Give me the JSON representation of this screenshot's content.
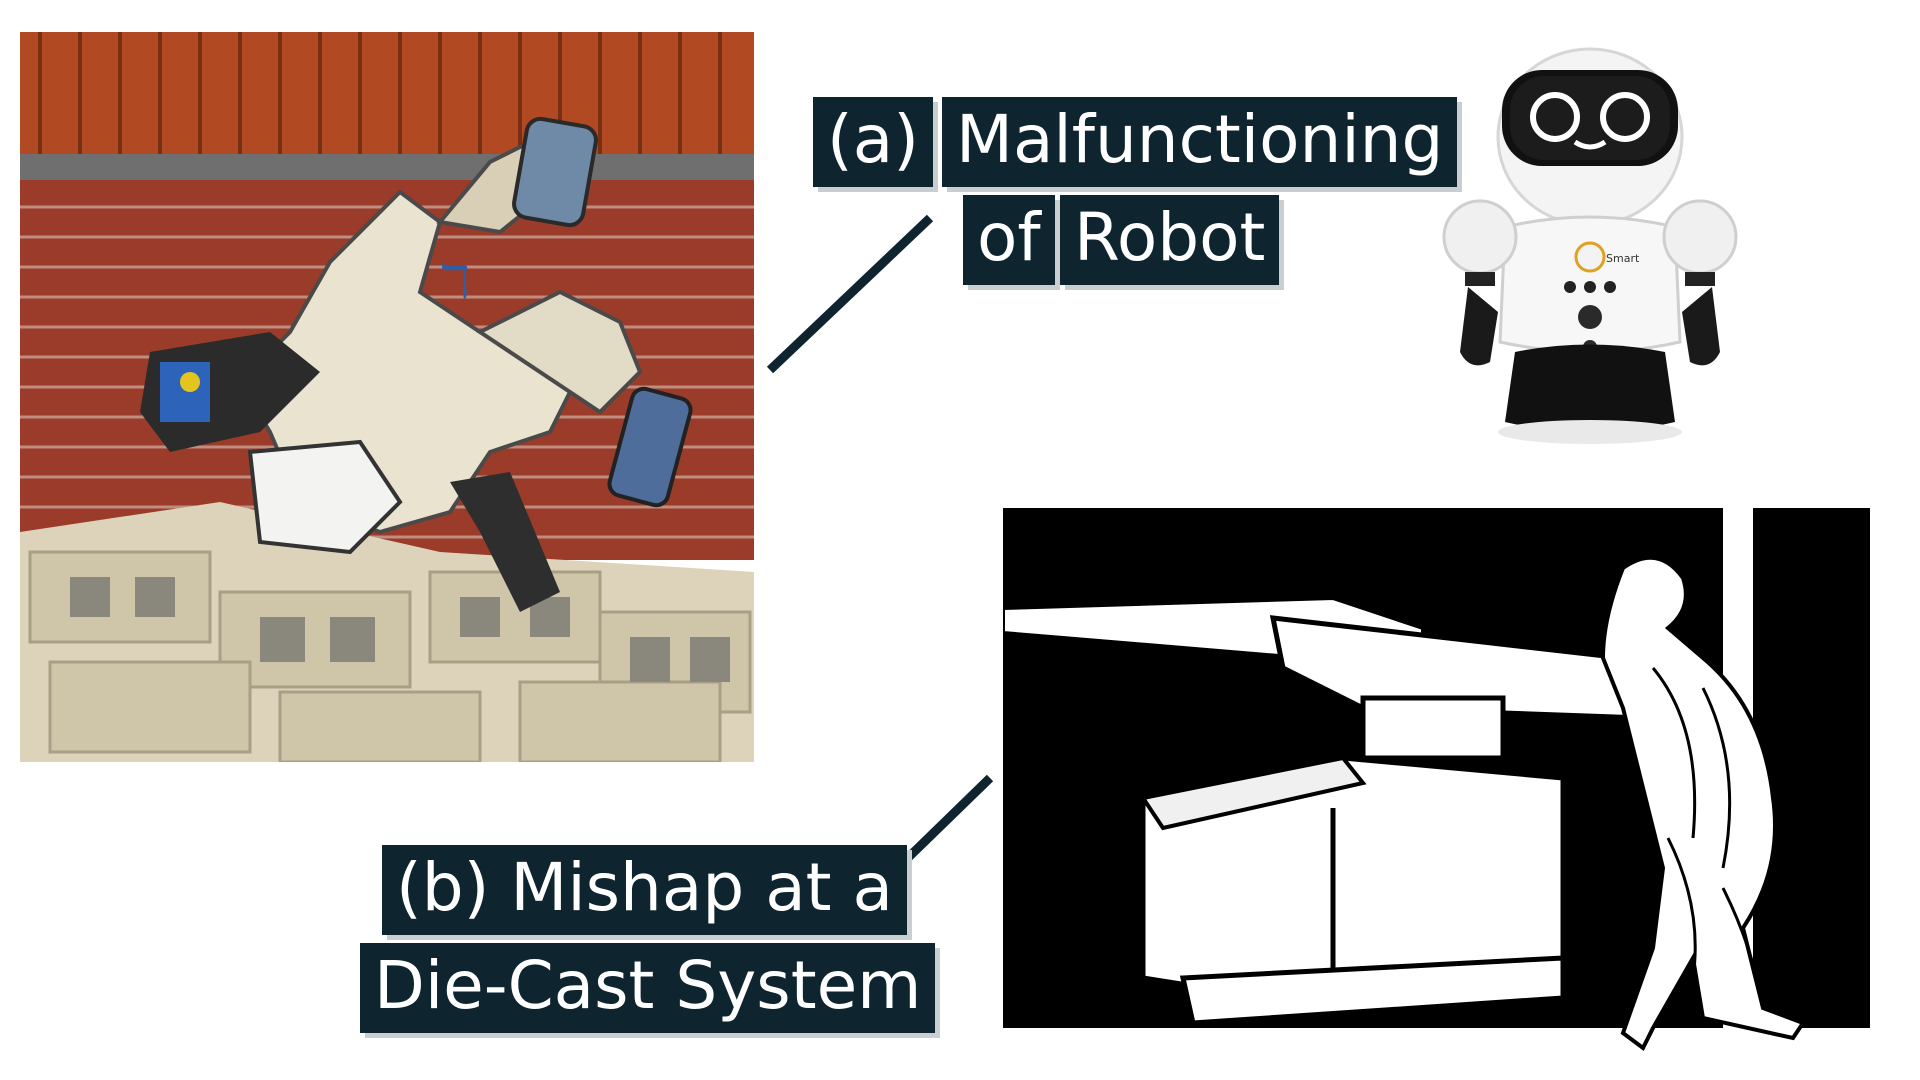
{
  "captions": {
    "a": {
      "part1": "(a)",
      "part2": "Malfunctioning",
      "part3": "of",
      "part4": "Robot"
    },
    "b": {
      "line1": "(b) Mishap at a",
      "line2": "Die-Cast System"
    }
  },
  "figures": {
    "humanoid_photo": {
      "icon": "fallen-humanoid-robot-photo"
    },
    "toy_robot_photo": {
      "icon": "toy-robot-photo",
      "logo_text": "Smart"
    },
    "die_cast_illustration": {
      "icon": "die-cast-machine-accident-illustration"
    }
  },
  "colors": {
    "caption_bg": "#0e2530",
    "caption_text": "#ffffff",
    "leader_line": "#0e2530"
  }
}
